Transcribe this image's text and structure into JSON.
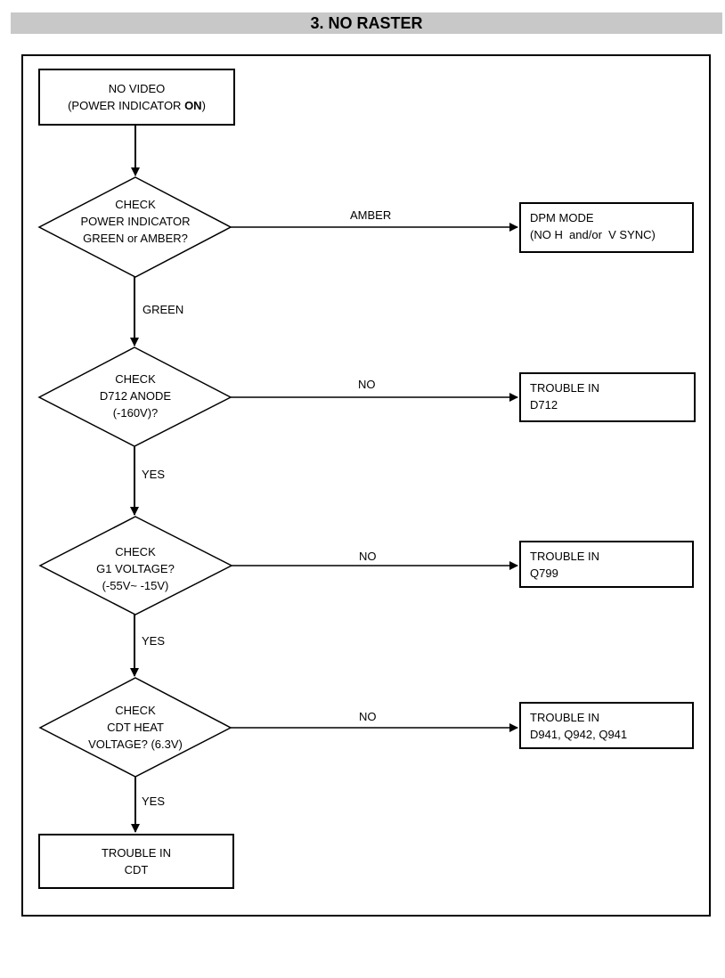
{
  "page_title": "3. NO RASTER",
  "start": {
    "line1": "NO VIDEO",
    "line2_prefix": "(POWER INDICATOR ",
    "line2_bold": "ON",
    "line2_suffix": ")"
  },
  "decisions": [
    {
      "lines": [
        "CHECK",
        "POWER INDICATOR",
        "GREEN or AMBER?"
      ]
    },
    {
      "lines": [
        "CHECK",
        "D712 ANODE",
        "(-160V)?"
      ]
    },
    {
      "lines": [
        "CHECK",
        "G1 VOLTAGE?",
        "(-55V~ -15V)"
      ]
    },
    {
      "lines": [
        "CHECK",
        "CDT HEAT",
        "VOLTAGE? (6.3V)"
      ]
    }
  ],
  "outcomes": [
    {
      "lines": [
        "DPM MODE",
        "(NO H  and/or  V SYNC)"
      ]
    },
    {
      "lines": [
        "TROUBLE IN",
        "D712"
      ]
    },
    {
      "lines": [
        "TROUBLE IN",
        "Q799"
      ]
    },
    {
      "lines": [
        "TROUBLE IN",
        "D941, Q942, Q941"
      ]
    }
  ],
  "final": {
    "lines": [
      "TROUBLE IN",
      "CDT"
    ]
  },
  "edge_labels": {
    "amber": "AMBER",
    "green": "GREEN",
    "no1": "NO",
    "yes1": "YES",
    "no2": "NO",
    "yes2": "YES",
    "no3": "NO",
    "yes3": "YES"
  }
}
